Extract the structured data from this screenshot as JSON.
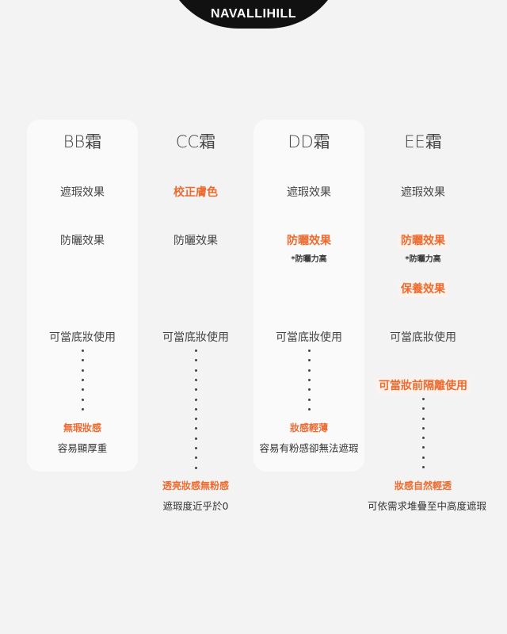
{
  "brand": "NAVALLIHILL",
  "columns": [
    {
      "title": "BB霜",
      "coverage": "遮瑕效果",
      "sun": "防曬效果",
      "base": "可當底妝使用",
      "summary_title": "無瑕妝感",
      "summary_desc": "容易顯厚重"
    },
    {
      "title": "CC霜",
      "coverage": "校正膚色",
      "sun": "防曬效果",
      "base": "可當底妝使用",
      "summary_title": "透亮妝感無粉感",
      "summary_desc": "遮瑕度近乎於0"
    },
    {
      "title": "DD霜",
      "coverage": "遮瑕效果",
      "sun": "防曬效果",
      "sun_note": "*防曬力高",
      "base": "可當底妝使用",
      "summary_title": "妝感輕薄",
      "summary_desc": "容易有粉感卻無法遮瑕"
    },
    {
      "title": "EE霜",
      "coverage": "遮瑕效果",
      "sun": "防曬效果",
      "sun_note": "*防曬力高",
      "care": "保養效果",
      "base": "可當底妝使用",
      "primer": "可當妝前隔離使用",
      "summary_title": "妝感自然輕透",
      "summary_desc": "可依需求堆疊至中高度遮瑕"
    }
  ],
  "colors": {
    "accent": "#ee6a2e",
    "background": "#f3f3f3",
    "card": "#fafafa",
    "brand_tab": "#111111"
  }
}
